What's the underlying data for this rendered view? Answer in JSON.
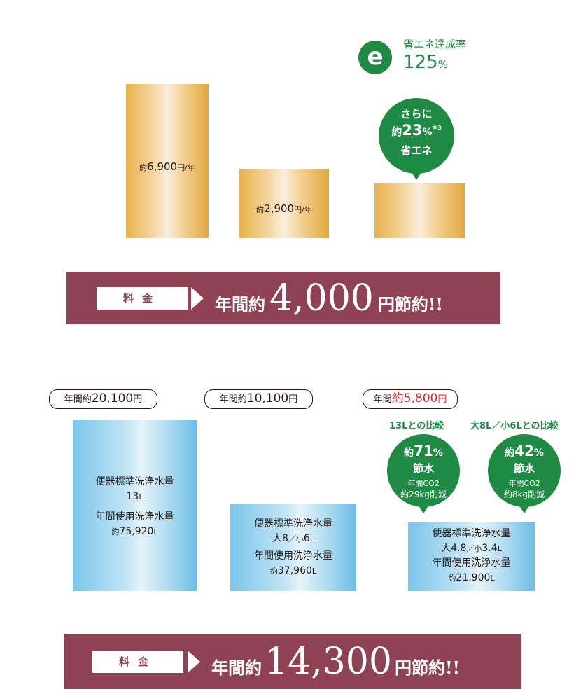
{
  "eco": {
    "icon": "e",
    "label": "省エネ達成率",
    "value": "125",
    "unit": "%"
  },
  "top_bars": [
    {
      "prefix": "約",
      "value": "6,900",
      "unit": "円/年"
    },
    {
      "prefix": "約",
      "value": "2,900",
      "unit": "円/年"
    }
  ],
  "eco_bubble": {
    "line1": "さらに",
    "line2_prefix": "約",
    "line2_value": "23",
    "line2_unit": "%",
    "note": "※3",
    "line3": "省エネ"
  },
  "banner1": {
    "tag": "料金",
    "pre": "年間約",
    "amount": "4,000",
    "post": "円節約!!"
  },
  "prices": [
    {
      "pre": "年間約",
      "value": "20,100",
      "unit": "円",
      "highlight": false
    },
    {
      "pre": "年間約",
      "value": "10,100",
      "unit": "円",
      "highlight": false
    },
    {
      "pre": "年間",
      "value": "約5,800",
      "unit": "円",
      "highlight": true
    }
  ],
  "comparisons": [
    {
      "heading": "13Lとの比較",
      "pct_prefix": "約",
      "pct": "71",
      "pct_unit": "%",
      "label": "節水",
      "co2_line": "年間CO2",
      "co2_value": "約29kg削減"
    },
    {
      "heading": "大8L／小6Lとの比較",
      "pct_prefix": "約",
      "pct": "42",
      "pct_unit": "%",
      "label": "節水",
      "co2_line": "年間CO2",
      "co2_value": "約8kg削減"
    }
  ],
  "water_bars": [
    {
      "line1": "便器標準洗浄水量",
      "line2_a": "13",
      "line2_a_unit": "L",
      "line2_b": "",
      "line2_b_unit": "",
      "line2_mid": "",
      "line3": "年間使用洗浄水量",
      "line4_prefix": "約",
      "line4_value": "75,920",
      "line4_unit": "L"
    },
    {
      "line1": "便器標準洗浄水量",
      "line2_a": "大8",
      "line2_a_unit": "",
      "line2_mid": "／小",
      "line2_b": "6",
      "line2_b_unit": "L",
      "line3": "年間使用洗浄水量",
      "line4_prefix": "約",
      "line4_value": "37,960",
      "line4_unit": "L"
    },
    {
      "line1": "便器標準洗浄水量",
      "line2_a": "大4.8",
      "line2_a_unit": "",
      "line2_mid": "／小",
      "line2_b": "3.4",
      "line2_b_unit": "L",
      "line3": "年間使用洗浄水量",
      "line4_prefix": "約",
      "line4_value": "21,900",
      "line4_unit": "L"
    }
  ],
  "banner2": {
    "tag": "料金",
    "pre": "年間約",
    "amount": "14,300",
    "post": "円節約!!"
  },
  "colors": {
    "banner": "#8e4253",
    "eco_green": "#1f8a43",
    "highlight_red": "#e0252b"
  }
}
